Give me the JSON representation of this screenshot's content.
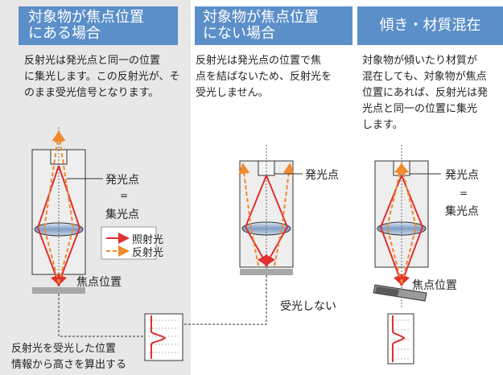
{
  "columns": [
    {
      "header": [
        "対象物が焦点位置",
        "にある場合"
      ],
      "description": [
        "反射光は発光点と同一の位置",
        "に集光します。この反射光が、そ",
        "のまま受光信号となります。"
      ],
      "emission_label": "発光点",
      "equals": "=",
      "focus_point_label": "集光点",
      "focal_position_label": "焦点位置",
      "footer": [
        "反射光を受光した位置",
        "情報から高さを算出する"
      ]
    },
    {
      "header": [
        "対象物が焦点位置",
        "にない場合"
      ],
      "description": [
        "反射光は発光点の位置で焦",
        "点を結ばないため、反射光を",
        "受光しません。"
      ],
      "emission_label": "発光点",
      "no_reception_label": "受光しない"
    },
    {
      "header": [
        "傾き・材質混在"
      ],
      "description": [
        "対象物が傾いたり材質が",
        "混在しても、対象物が焦点",
        "位置にあれば、反射光は発",
        "光点と同一の位置に集光",
        "します。"
      ],
      "emission_label": "発光点",
      "equals": "=",
      "focus_point_label": "集光点",
      "focal_position_label": "焦点位置"
    }
  ],
  "legend": {
    "illumination_label": "照射光",
    "reflection_label": "反射光"
  },
  "colors": {
    "header_bg": "#5b8fc9",
    "panel_bg": "#e8e8e8",
    "illumination": "#e03030",
    "reflection": "#f08a2a"
  }
}
